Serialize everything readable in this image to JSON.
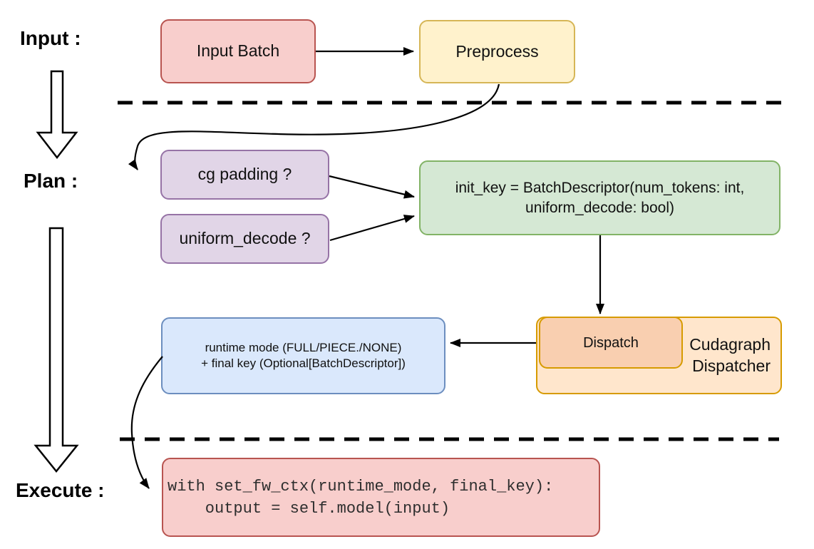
{
  "sections": {
    "input_label": "Input :",
    "plan_label": "Plan :",
    "execute_label": "Execute :"
  },
  "nodes": {
    "input_batch": {
      "label": "Input Batch"
    },
    "preprocess": {
      "label": "Preprocess"
    },
    "cg_padding": {
      "label": "cg padding ?"
    },
    "uniform_decode": {
      "label": "uniform_decode ?"
    },
    "init_key": {
      "line1": "init_key = BatchDescriptor(num_tokens: int,",
      "line2": "uniform_decode: bool)"
    },
    "dispatch": {
      "label": "Dispatch"
    },
    "cudagraph_dispatcher": {
      "line1": "Cudagraph",
      "line2": "Dispatcher"
    },
    "runtime_mode": {
      "line1": "runtime mode (FULL/PIECE./NONE)",
      "line2": "+ final key (Optional[BatchDescriptor])"
    },
    "execute_code": {
      "line1": "with set_fw_ctx(runtime_mode, final_key):",
      "line2": "    output = self.model(input)"
    }
  },
  "colors": {
    "background": "#FFFFFF",
    "line": "#000000",
    "red_fill": "#F8CECC",
    "red_stroke": "#B85450",
    "yellow_fill": "#FFF2CC",
    "yellow_stroke": "#D6B656",
    "purple_fill": "#E1D5E7",
    "purple_stroke": "#9673A6",
    "green_fill": "#D5E8D4",
    "green_stroke": "#82B366",
    "blue_fill": "#DAE8FC",
    "blue_stroke": "#6C8EBF",
    "orange_fill": "#FFE6CC",
    "orange_inner_fill": "#F9CFB0",
    "orange_stroke": "#D79B00"
  }
}
